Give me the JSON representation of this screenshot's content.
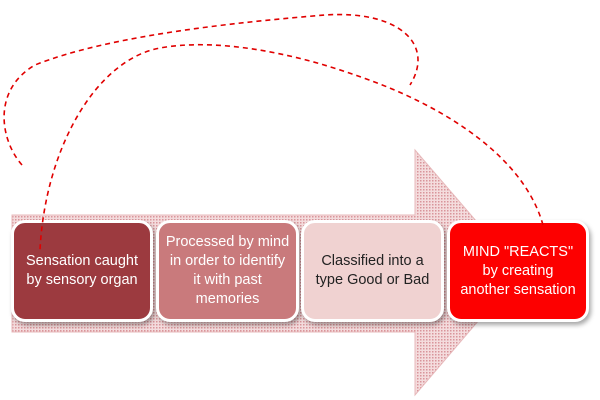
{
  "steps": [
    {
      "label": "Sensation caught by sensory organ",
      "color": "#9c3a3f"
    },
    {
      "label": "Processed by mind in order to identify it with past memories",
      "color": "#c97a7c"
    },
    {
      "label": "Classified into a type Good or Bad",
      "color": "#f0d2d1"
    },
    {
      "label": "MIND \"REACTS\" by creating another sensation",
      "color": "#fd0000"
    }
  ],
  "arrow_color": "#e8b4b6",
  "loop_color": "#e00000"
}
